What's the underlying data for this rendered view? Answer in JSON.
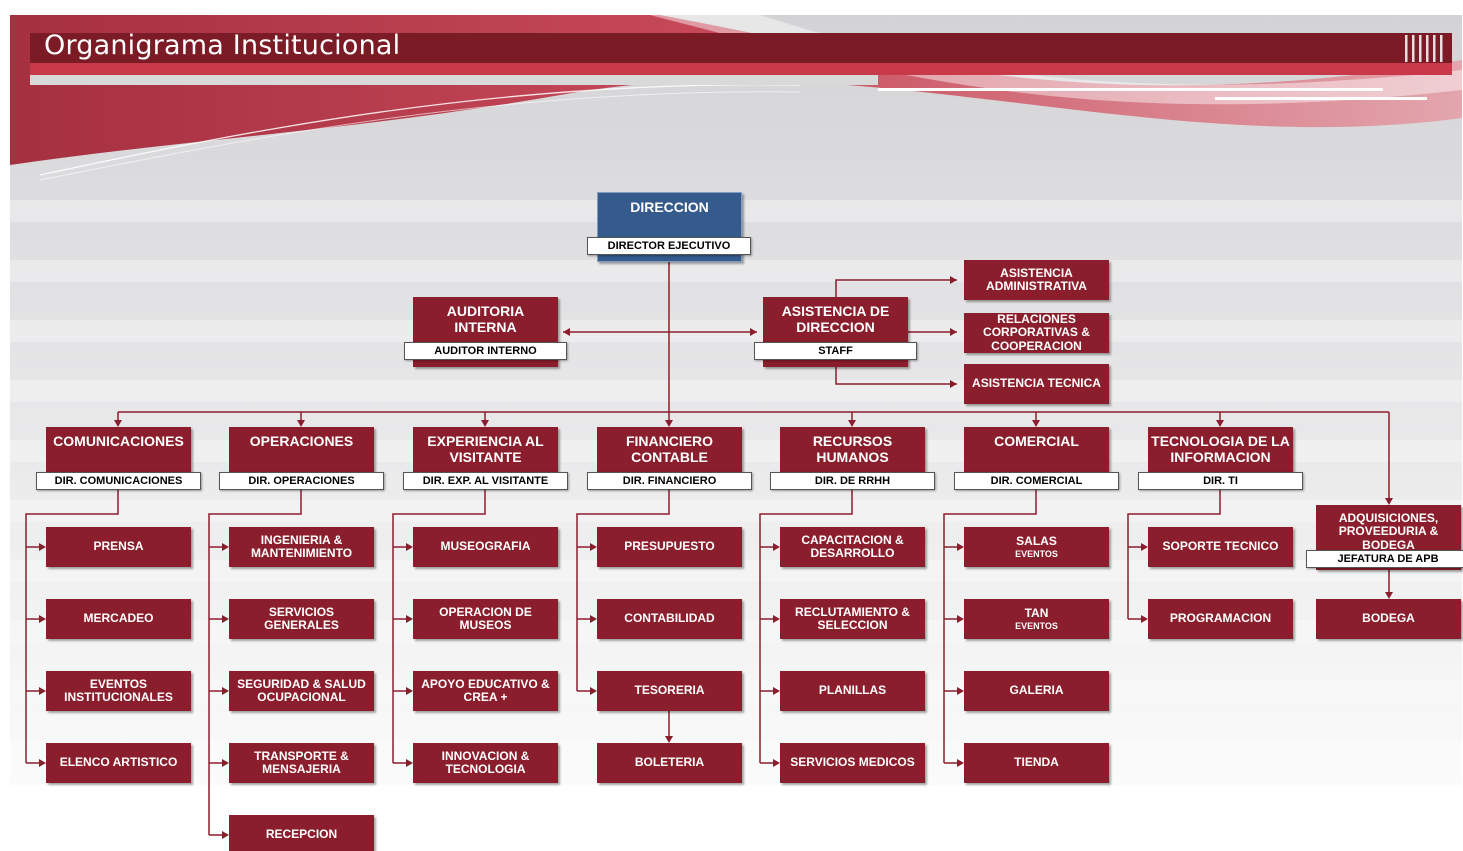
{
  "title": "Organigrama Institucional",
  "colors": {
    "box": "#8b1e2c",
    "top_box": "#345b8c",
    "connector": "#8b1e2c",
    "banner": "#7b1b26",
    "banner_light": "#c83a49"
  },
  "direccion": {
    "label": "DIRECCION",
    "tag": "DIRECTOR EJECUTIVO"
  },
  "auditoria": {
    "label": "AUDITORIA INTERNA",
    "tag": "AUDITOR INTERNO"
  },
  "asistencia": {
    "label": "ASISTENCIA DE DIRECCION",
    "tag": "STAFF"
  },
  "staff_units": [
    "ASISTENCIA ADMINISTRATIVA",
    "RELACIONES CORPORATIVAS & COOPERACION",
    "ASISTENCIA TECNICA"
  ],
  "departments": [
    {
      "label": "COMUNICACIONES",
      "tag": "DIR. COMUNICACIONES",
      "units": [
        {
          "label": "PRENSA"
        },
        {
          "label": "MERCADEO"
        },
        {
          "label": "EVENTOS INSTITUCIONALES"
        },
        {
          "label": "ELENCO ARTISTICO"
        }
      ]
    },
    {
      "label": "OPERACIONES",
      "tag": "DIR. OPERACIONES",
      "units": [
        {
          "label": "INGENIERIA & MANTENIMIENTO"
        },
        {
          "label": "SERVICIOS GENERALES"
        },
        {
          "label": "SEGURIDAD & SALUD OCUPACIONAL"
        },
        {
          "label": "TRANSPORTE & MENSAJERIA"
        },
        {
          "label": "RECEPCION"
        }
      ]
    },
    {
      "label": "EXPERIENCIA AL VISITANTE",
      "tag": "DIR. EXP. AL VISITANTE",
      "units": [
        {
          "label": "MUSEOGRAFIA"
        },
        {
          "label": "OPERACION DE MUSEOS"
        },
        {
          "label": "APOYO EDUCATIVO & CREA +"
        },
        {
          "label": "INNOVACION & TECNOLOGIA"
        }
      ]
    },
    {
      "label": "FINANCIERO CONTABLE",
      "tag": "DIR. FINANCIERO",
      "units": [
        {
          "label": "PRESUPUESTO"
        },
        {
          "label": "CONTABILIDAD"
        },
        {
          "label": "TESORERIA"
        },
        {
          "label": "BOLETERIA"
        }
      ]
    },
    {
      "label": "RECURSOS HUMANOS",
      "tag": "DIR. DE RRHH",
      "units": [
        {
          "label": "CAPACITACION & DESARROLLO"
        },
        {
          "label": "RECLUTAMIENTO & SELECCION"
        },
        {
          "label": "PLANILLAS"
        },
        {
          "label": "SERVICIOS MEDICOS"
        }
      ]
    },
    {
      "label": "COMERCIAL",
      "tag": "DIR. COMERCIAL",
      "units": [
        {
          "label": "SALAS",
          "sub": "EVENTOS"
        },
        {
          "label": "TAN",
          "sub": "EVENTOS"
        },
        {
          "label": "GALERIA"
        },
        {
          "label": "TIENDA"
        }
      ]
    },
    {
      "label": "TECNOLOGIA DE LA INFORMACION",
      "tag": "DIR. TI",
      "units": [
        {
          "label": "SOPORTE TECNICO"
        },
        {
          "label": "PROGRAMACION"
        }
      ]
    },
    {
      "label": "ADQUISICIONES, PROVEEDURIA & BODEGA",
      "tag": "JEFATURA DE APB",
      "units": [
        {
          "label": "BODEGA"
        }
      ]
    }
  ]
}
